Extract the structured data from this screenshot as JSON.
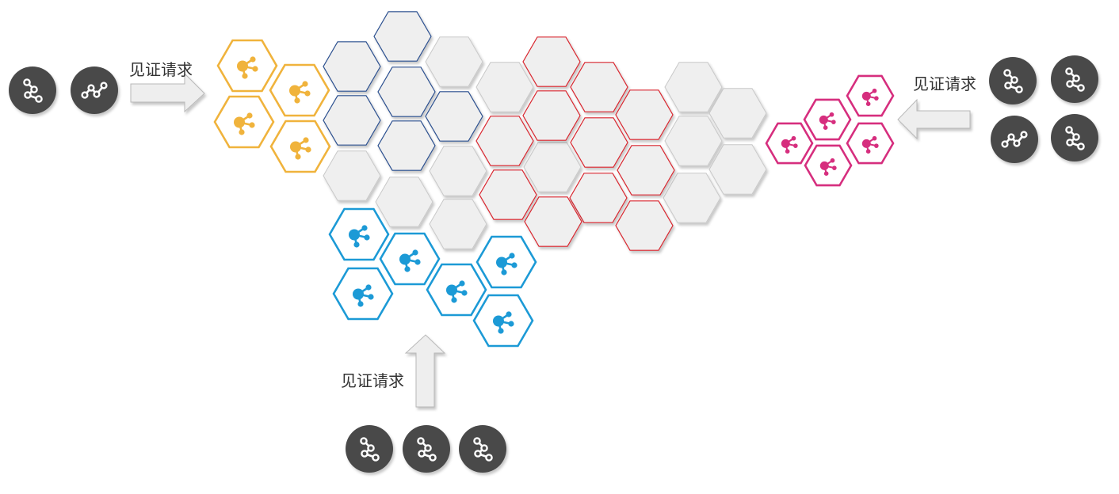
{
  "labels": {
    "request_left": "见证请求",
    "request_right": "见证请求",
    "request_bottom": "见证请求"
  },
  "colors": {
    "grey_fill": "#efefef",
    "grey_stroke": "#c8c8c8",
    "blue_outline": "#2b4f8f",
    "red_outline": "#d9262f",
    "orange": "#f0b33c",
    "bright_blue": "#1c9ad6",
    "magenta": "#d62e7e",
    "node_dark": "#4a4a4a",
    "arrow_fill": "#eeeeee",
    "arrow_stroke": "#b8b8b8"
  },
  "nodes": {
    "left_group": [
      "branch-icon",
      "path-icon"
    ],
    "right_group": [
      "branch-icon",
      "branch-icon",
      "path-icon",
      "branch-icon"
    ],
    "bottom_group": [
      "branch-icon",
      "branch-icon",
      "branch-icon"
    ]
  },
  "clusters": {
    "orange": "witness-cluster-orange",
    "blue": "witness-cluster-blue",
    "magenta": "witness-cluster-magenta"
  }
}
